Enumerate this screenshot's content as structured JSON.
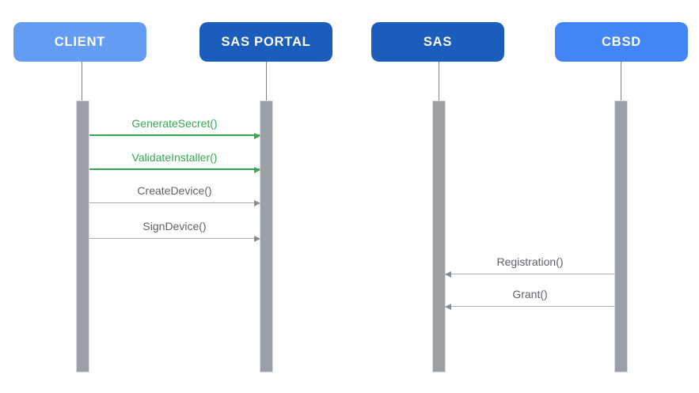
{
  "diagram": {
    "type": "sequence-diagram",
    "actors": [
      {
        "label": "CLIENT",
        "color": "#649bf3"
      },
      {
        "label": "SAS PORTAL",
        "color": "#1a5dbc"
      },
      {
        "label": "SAS",
        "color": "#1a5dbc"
      },
      {
        "label": "CBSD",
        "color": "#4285f4"
      }
    ],
    "messages": [
      {
        "label": "GenerateSecret()",
        "from": "CLIENT",
        "to": "SAS PORTAL",
        "direction": "right",
        "color": "#34a853"
      },
      {
        "label": "ValidateInstaller()",
        "from": "CLIENT",
        "to": "SAS PORTAL",
        "direction": "right",
        "color": "#34a853"
      },
      {
        "label": "CreateDevice()",
        "from": "CLIENT",
        "to": "SAS PORTAL",
        "direction": "right",
        "color": "#5f6368"
      },
      {
        "label": "SignDevice()",
        "from": "CLIENT",
        "to": "SAS PORTAL",
        "direction": "right",
        "color": "#5f6368"
      },
      {
        "label": "Registration()",
        "from": "CBSD",
        "to": "SAS",
        "direction": "left",
        "color": "#5f6368"
      },
      {
        "label": "Grant()",
        "from": "CBSD",
        "to": "SAS",
        "direction": "left",
        "color": "#5f6368"
      }
    ],
    "colors": {
      "background": "#ffffff",
      "activation_bar": "#9aa0a6",
      "lifeline": "#7e848a",
      "green_message": "#34a853",
      "gray_message": "#5f6368",
      "gray_arrow_line": "#a8adb2"
    }
  }
}
